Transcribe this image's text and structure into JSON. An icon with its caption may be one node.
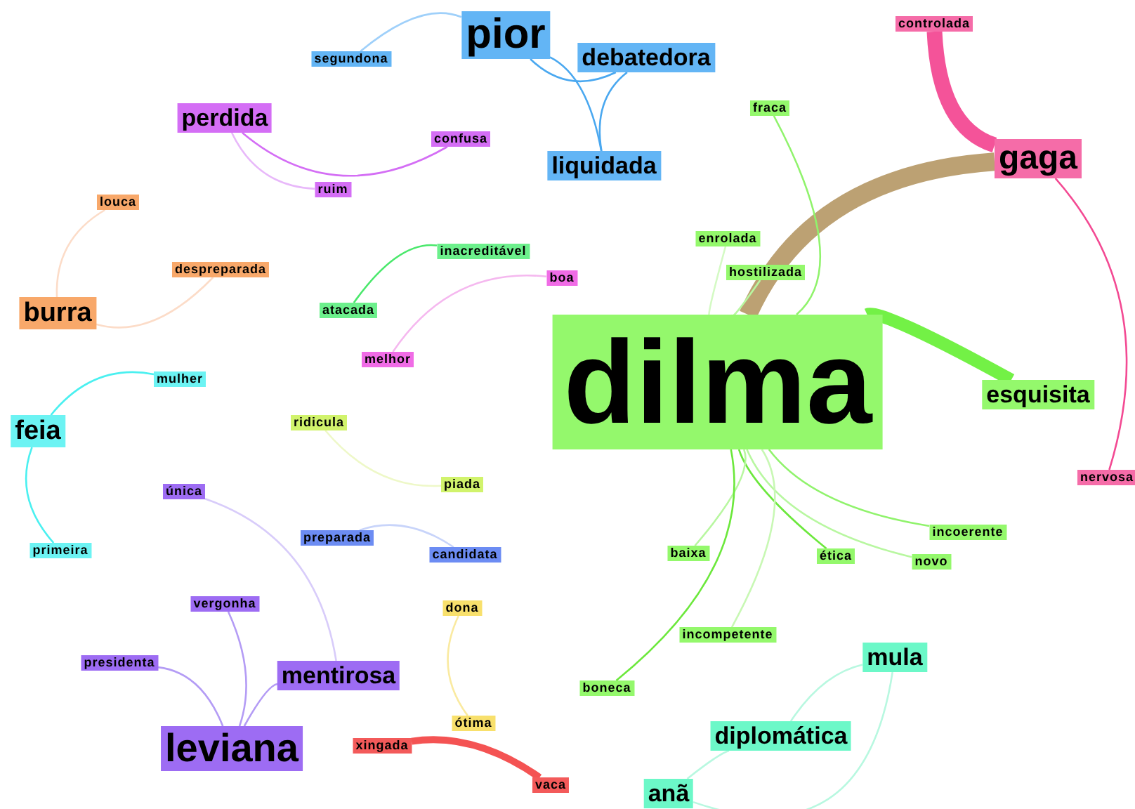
{
  "diagram": {
    "nodes": [
      {
        "text": [
          "pior"
        ]
      },
      {
        "text": [
          "debatedora"
        ]
      },
      {
        "text": [
          "segundona"
        ]
      },
      {
        "text": [
          "liquidada"
        ]
      },
      {
        "text": [
          "perdida"
        ]
      },
      {
        "text": [
          "confusa"
        ]
      },
      {
        "text": [
          "ruim"
        ]
      },
      {
        "text": [
          "louca"
        ]
      },
      {
        "text": [
          "despreparada"
        ]
      },
      {
        "text": [
          "burra"
        ]
      },
      {
        "text": [
          "controlada"
        ]
      },
      {
        "text": [
          "gaga"
        ]
      },
      {
        "text": [
          "fraca"
        ]
      },
      {
        "text": [
          "enrolada"
        ]
      },
      {
        "text": [
          "hostilizada"
        ]
      },
      {
        "text": [
          "inacreditável"
        ]
      },
      {
        "text": [
          "atacada"
        ]
      },
      {
        "text": [
          "boa"
        ]
      },
      {
        "text": [
          "melhor"
        ]
      },
      {
        "text": [
          "dilma"
        ]
      },
      {
        "text": [
          "esquisita"
        ]
      },
      {
        "text": [
          "nervosa"
        ]
      },
      {
        "text": [
          "mulher"
        ]
      },
      {
        "text": [
          "feia"
        ]
      },
      {
        "text": [
          "primeira"
        ]
      },
      {
        "text": [
          "ridicula"
        ]
      },
      {
        "text": [
          "piada"
        ]
      },
      {
        "text": [
          "única"
        ]
      },
      {
        "text": [
          "preparada"
        ]
      },
      {
        "text": [
          "candidata"
        ]
      },
      {
        "text": [
          "incoerente"
        ]
      },
      {
        "text": [
          "baixa"
        ]
      },
      {
        "text": [
          "ética"
        ]
      },
      {
        "text": [
          "novo"
        ]
      },
      {
        "text": [
          "vergonha"
        ]
      },
      {
        "text": [
          "dona"
        ]
      },
      {
        "text": [
          "presidenta"
        ]
      },
      {
        "text": [
          "mentirosa"
        ]
      },
      {
        "text": [
          "incompetente"
        ]
      },
      {
        "text": [
          "boneca"
        ]
      },
      {
        "text": [
          "mula"
        ]
      },
      {
        "text": [
          "leviana"
        ]
      },
      {
        "text": [
          "diplomática"
        ]
      },
      {
        "text": [
          "ótima"
        ]
      },
      {
        "text": [
          "xingada"
        ]
      },
      {
        "text": [
          "vaca"
        ]
      },
      {
        "text": [
          "anã"
        ]
      }
    ],
    "edges": [
      {
        "from": 0,
        "to": 2,
        "arrow": "none",
        "color": "#9fd0fa"
      },
      {
        "from": 0,
        "to": 3,
        "arrow": "none",
        "color": "#4aa8f0"
      },
      {
        "from": 0,
        "to": 1,
        "arrow": "none",
        "color": "#4aa8f0"
      },
      {
        "from": 1,
        "to": 3,
        "arrow": "none",
        "color": "#4aa8f0"
      },
      {
        "from": 4,
        "to": 5,
        "arrow": "none",
        "color": "#d46ef5"
      },
      {
        "from": 4,
        "to": 6,
        "arrow": "none",
        "color": "#e8b8fa"
      },
      {
        "from": 9,
        "to": 7,
        "arrow": "none",
        "color": "#fcdcc8"
      },
      {
        "from": 9,
        "to": 8,
        "arrow": "none",
        "color": "#fcdcc8"
      },
      {
        "from": 10,
        "to": 11,
        "arrow": "none",
        "style": "thick",
        "color": "#f34a93"
      },
      {
        "from": 19,
        "to": 11,
        "arrow": "none",
        "style": "thick",
        "color": "#b89c6c"
      },
      {
        "from": 11,
        "to": 21,
        "arrow": "none",
        "color": "#f34a93"
      },
      {
        "from": 12,
        "to": 19,
        "arrow": "none",
        "color": "#90f36c"
      },
      {
        "from": 13,
        "to": 19,
        "arrow": "none",
        "color": "#d4fac4"
      },
      {
        "from": 14,
        "to": 19,
        "arrow": "none",
        "color": "#b8f7a0"
      },
      {
        "from": 15,
        "to": 16,
        "arrow": "none",
        "color": "#4ae86c"
      },
      {
        "from": 17,
        "to": 18,
        "arrow": "none",
        "color": "#f5b8ef"
      },
      {
        "from": 19,
        "to": 20,
        "arrow": "none",
        "style": "thick",
        "color": "#6cf03c"
      },
      {
        "from": 23,
        "to": 22,
        "arrow": "none",
        "color": "#4af0f0"
      },
      {
        "from": 23,
        "to": 24,
        "arrow": "none",
        "color": "#4af0f0"
      },
      {
        "from": 25,
        "to": 26,
        "arrow": "none",
        "color": "#eef8c8"
      },
      {
        "from": 28,
        "to": 29,
        "arrow": "none",
        "color": "#c8d4fa"
      },
      {
        "from": 35,
        "to": 43,
        "arrow": "none",
        "color": "#faeaa0"
      },
      {
        "from": 44,
        "to": 45,
        "arrow": "none",
        "style": "thick",
        "color": "#f34a4a"
      },
      {
        "from": 41,
        "to": 36,
        "arrow": "none",
        "color": "#b49cf5"
      },
      {
        "from": 41,
        "to": 34,
        "arrow": "none",
        "color": "#b49cf5"
      },
      {
        "from": 41,
        "to": 37,
        "arrow": "none",
        "color": "#b49cf5"
      },
      {
        "from": 37,
        "to": 27,
        "arrow": "none",
        "color": "#d8ccfa"
      },
      {
        "from": 19,
        "to": 30,
        "arrow": "none",
        "color": "#90f36c"
      },
      {
        "from": 19,
        "to": 32,
        "arrow": "none",
        "color": "#6ce83c"
      },
      {
        "from": 19,
        "to": 33,
        "arrow": "none",
        "color": "#b8f7a0"
      },
      {
        "from": 19,
        "to": 31,
        "arrow": "none",
        "color": "#b8f7a0"
      },
      {
        "from": 19,
        "to": 38,
        "arrow": "none",
        "color": "#c8f8b4"
      },
      {
        "from": 19,
        "to": 39,
        "arrow": "none",
        "color": "#6ce83c"
      },
      {
        "from": 40,
        "to": 42,
        "arrow": "none",
        "color": "#b8f8e0"
      },
      {
        "from": 40,
        "to": 46,
        "arrow": "none",
        "color": "#b8f8e0"
      },
      {
        "from": 42,
        "to": 46,
        "arrow": "none",
        "color": "#b8f8e0"
      }
    ]
  }
}
